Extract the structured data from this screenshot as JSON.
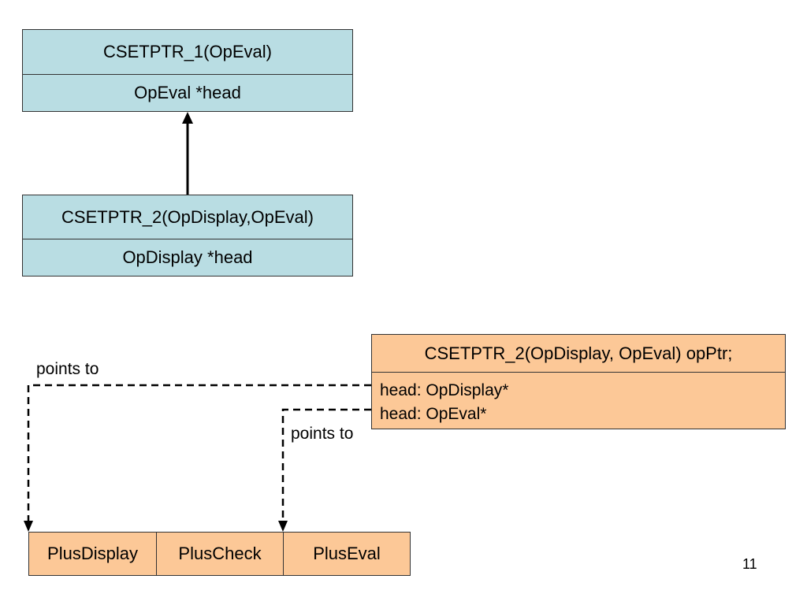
{
  "inheritance": {
    "base": {
      "title": "CSETPTR_1(OpEval)",
      "field": "OpEval *head"
    },
    "derived": {
      "title": "CSETPTR_2(OpDisplay,OpEval)",
      "field": "OpDisplay *head"
    }
  },
  "object": {
    "title": "CSETPTR_2(OpDisplay, OpEval) opPtr;",
    "fields": [
      "head: OpDisplay*",
      "head: OpEval*"
    ]
  },
  "vtable": [
    "PlusDisplay",
    "PlusCheck",
    "PlusEval"
  ],
  "labels": {
    "points_to_1": "points to",
    "points_to_2": "points to"
  },
  "page_number": "11",
  "colors": {
    "class_fill": "#b9dde3",
    "object_fill": "#fcc897",
    "line": "#000000"
  }
}
